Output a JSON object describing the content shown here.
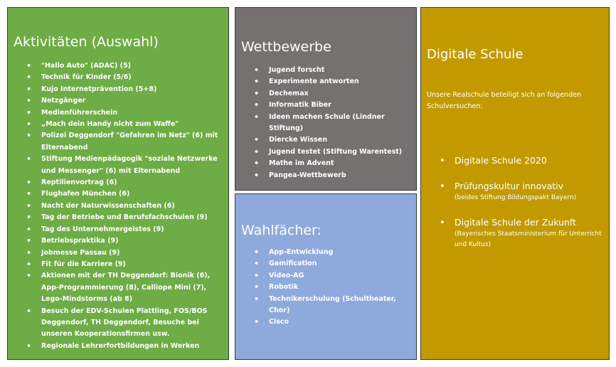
{
  "aktivitaeten": {
    "title": "Aktivitäten (Auswahl)",
    "items": [
      "\"Hallo Auto\" (ADAC) (5)",
      "Technik für Kinder (5/6)",
      "Kujo Internetprävention (5+8)",
      "Netzgänger",
      "Medienführerschein",
      "„Mach dein Handy nicht zum Waffe\"",
      "Polizei Deggendorf \"Gefahren im Netz\" (6) mit Elternabend",
      "Stiftung Medienpädagogik \"soziale Netzwerke und Messenger\" (6) mit Elternabend",
      "Reptilienvortrag (6)",
      "Flughafen München (6)",
      "Nacht der Naturwissenschaften (6)",
      "Tag der Betriebe und Berufsfachschulen (9)",
      "Tag des Unternehmergeistes (9)",
      "Betriebspraktika (9)",
      "Jobmesse Passau (9)",
      "Fit für die Karriere (9)",
      "Aktionen mit der TH Deggendorf: Bionik (6), App-Programmierung (8), Calliope Mini (7), Lego-Mindstorms (ab 8)",
      "Besuch der EDV-Schulen Plattling, FOS/BOS Deggendorf,  TH Deggendorf, Besuche bei unseren Kooperationsfirmen usw.",
      "Regionale Lehrerfortbildungen in Werken"
    ]
  },
  "wettbewerbe": {
    "title": "Wettbewerbe",
    "items": [
      "Jugend forscht",
      "Experimente antworten",
      "Dechemax",
      "Informatik Biber",
      "Ideen machen Schule (Lindner Stiftung)",
      "Diercke Wissen",
      "Jugend testet (Stiftung Warentest)",
      "Mathe im Advent",
      "Pangea-Wettbewerb"
    ]
  },
  "wahlfaecher": {
    "title": "Wahlfächer:",
    "items": [
      "App-Entwicklung",
      "Gamification",
      "Video-AG",
      "Robotik",
      "Technikerschulung (Schultheater, Chor)",
      "Cisco"
    ]
  },
  "digitale_schule": {
    "title": "Digitale Schule",
    "intro": "Unsere Realschule beteiligt sich an folgenden Schulversuchen:",
    "items": [
      {
        "label": "Digitale Schule 2020",
        "sub": ""
      },
      {
        "label": "Prüfungskultur innovativ",
        "sub": "(beides Stiftung Bildungspakt Bayern)"
      },
      {
        "label": "Digitale Schule der Zukunft",
        "sub": "(Bayerisches Staatsministerium für Unterricht und Kultus)"
      }
    ]
  },
  "colors": {
    "aktivitaeten_bg": "#6eac46",
    "wettbewerbe_bg": "#767171",
    "wahlfaecher_bg": "#8eaadc",
    "digitale_schule_bg": "#c29a00",
    "text": "#ffffff"
  }
}
